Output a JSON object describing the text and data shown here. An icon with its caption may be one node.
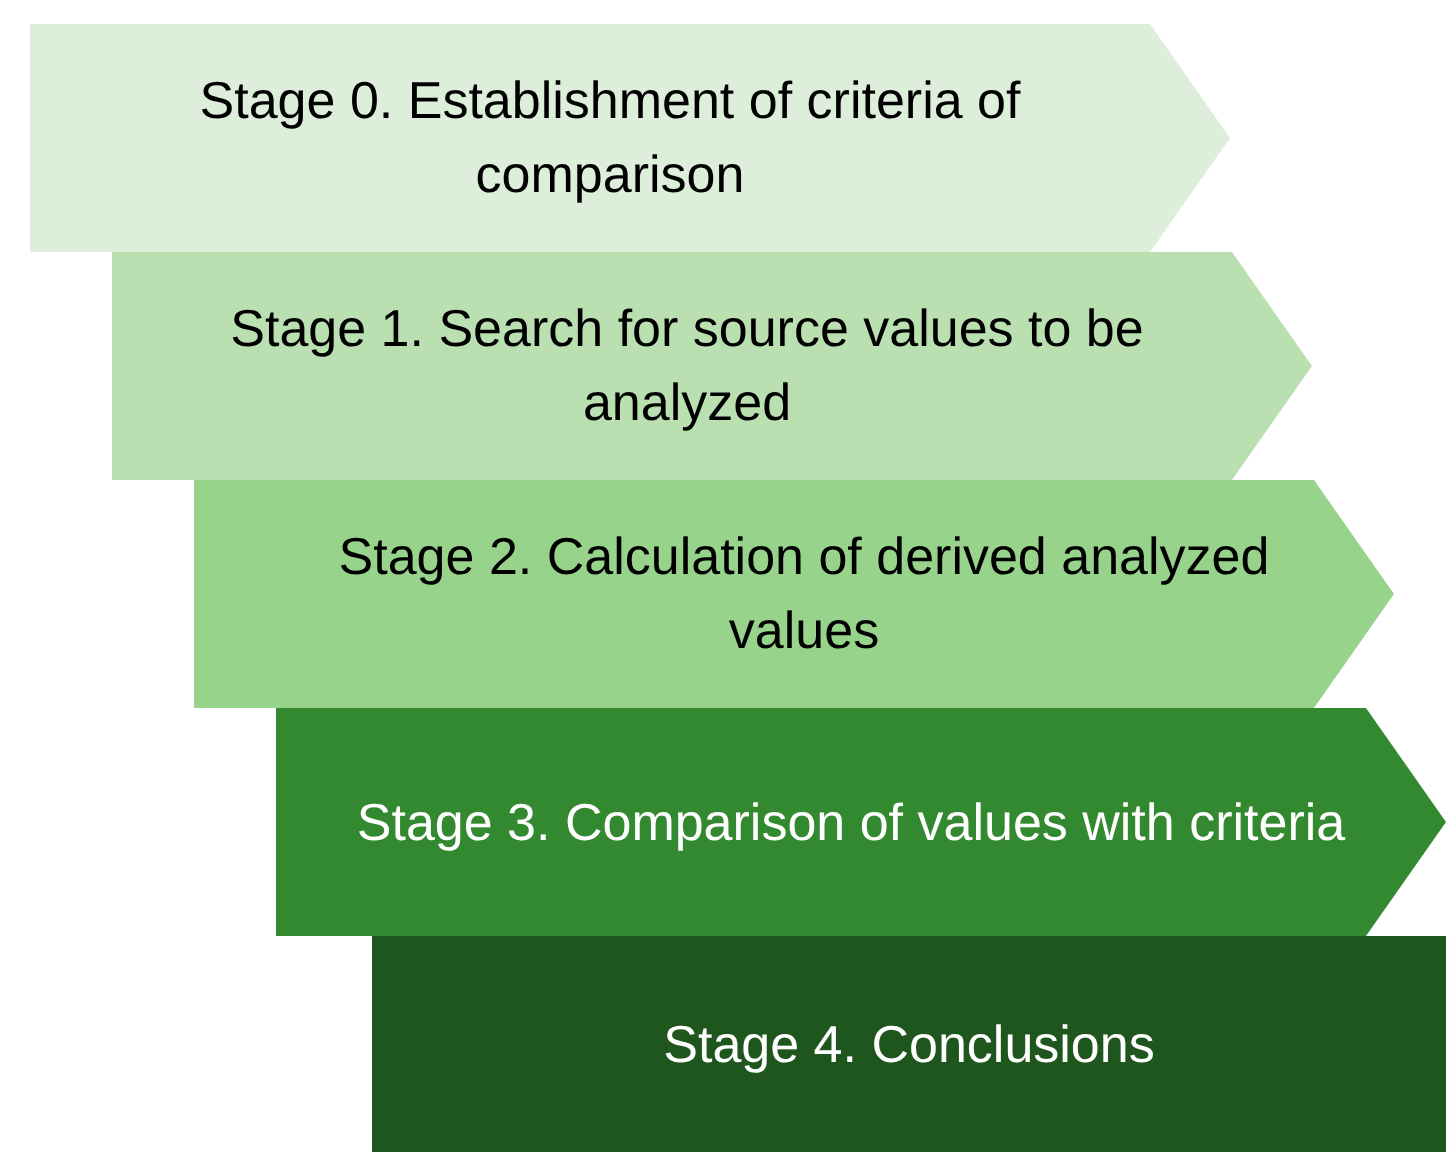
{
  "diagram": {
    "nodes": [
      {
        "text": [
          "Stage 0. Establishment of criteria of comparison"
        ]
      },
      {
        "text": [
          "Stage 1. Search for source values to be analyzed"
        ]
      },
      {
        "text": [
          "Stage 2. Calculation of derived analyzed values"
        ]
      },
      {
        "text": [
          "Stage 3. Comparison of values with criteria"
        ]
      },
      {
        "text": [
          "Stage 4. Conclusions"
        ]
      }
    ]
  }
}
